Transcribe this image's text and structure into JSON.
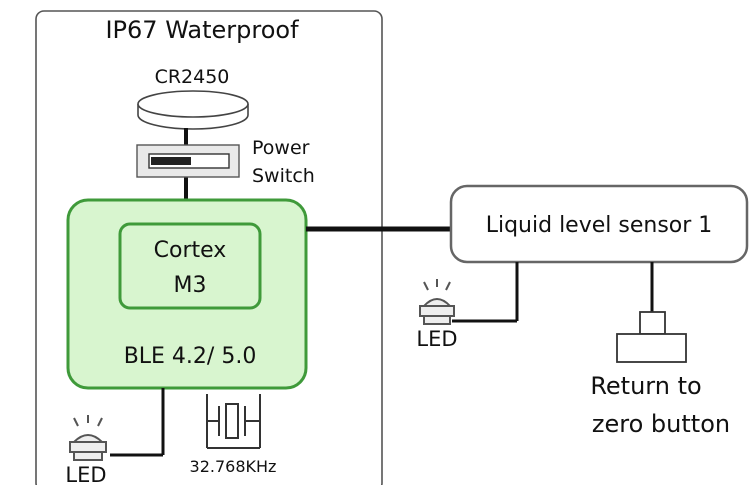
{
  "enclosure": {
    "title": "IP67 Waterproof"
  },
  "battery": {
    "label": "CR2450"
  },
  "power_switch": {
    "label_line1": "Power",
    "label_line2": "Switch"
  },
  "mcu": {
    "core_line1": "Cortex",
    "core_line2": "M3",
    "radio": "BLE 4.2/ 5.0"
  },
  "sensor": {
    "label": "Liquid level sensor 1"
  },
  "led_left": {
    "label": "LED"
  },
  "led_right": {
    "label": "LED"
  },
  "crystal": {
    "label": "32.768KHz"
  },
  "button": {
    "label_line1": "Return to",
    "label_line2": "zero button"
  },
  "colors": {
    "mcu_fill": "#d8f5cf",
    "mcu_stroke": "#3f9a3a",
    "line": "#111111"
  }
}
